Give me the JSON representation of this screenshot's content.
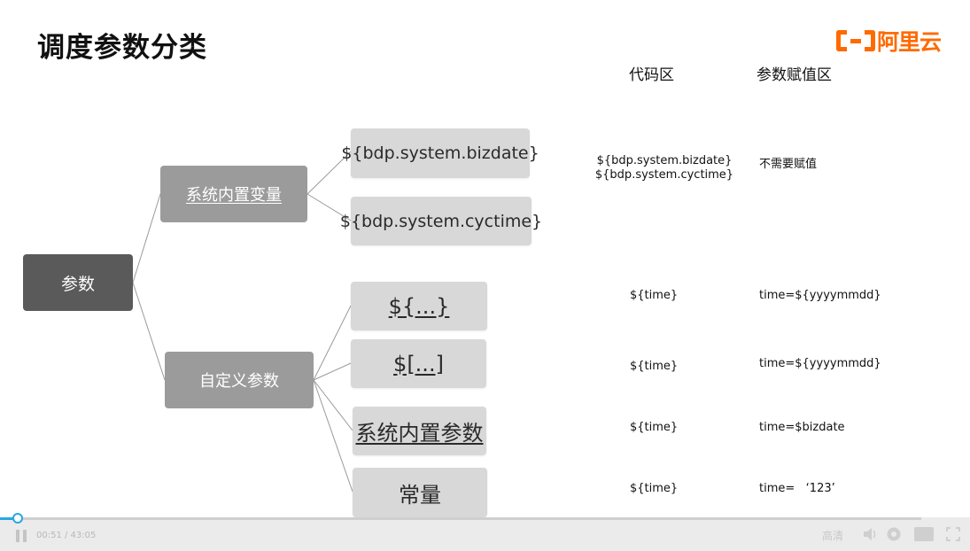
{
  "title": "调度参数分类",
  "logo": {
    "text": "阿里云"
  },
  "column_headers": {
    "code": "代码区",
    "assign": "参数赋值区"
  },
  "tree": {
    "root": "参数",
    "builtin": {
      "label": "系统内置变量",
      "children": [
        "${bdp.system.bizdate}",
        "${bdp.system.cyctime}"
      ]
    },
    "custom": {
      "label": "自定义参数",
      "children": [
        "${...}",
        "$[...]",
        "系统内置参数",
        "常量"
      ]
    }
  },
  "rows": [
    {
      "code": [
        "${bdp.system.bizdate}",
        "${bdp.system.cyctime}"
      ],
      "assign": "不需要赋值"
    },
    {
      "code": [
        "${time}"
      ],
      "assign": "time=${yyyymmdd}"
    },
    {
      "code": [
        "${time}"
      ],
      "assign": "time=${yyyymmdd}"
    },
    {
      "code": [
        "${time}"
      ],
      "assign": "time=$bizdate"
    },
    {
      "code": [
        "${time}"
      ],
      "assign": "time=   ‘123’"
    }
  ],
  "player": {
    "time": "00:51 / 43:05",
    "quality": "高清",
    "progress": 0.02,
    "colors": {
      "accent": "#29a7e1"
    },
    "icons": [
      "pause-icon",
      "volume-icon",
      "settings-icon",
      "caption-icon",
      "fullscreen-icon"
    ]
  }
}
